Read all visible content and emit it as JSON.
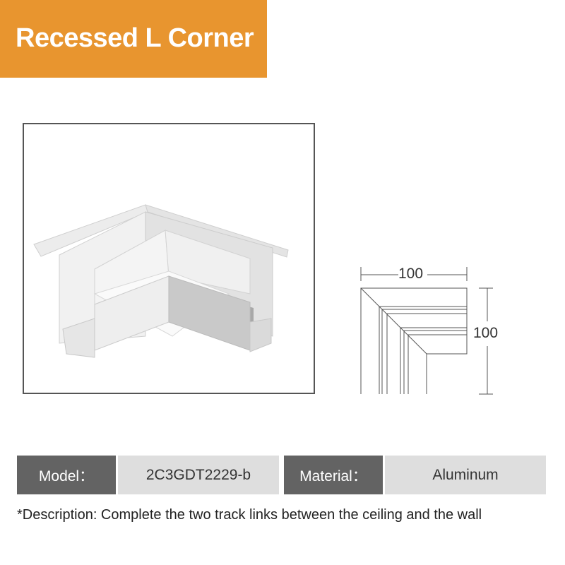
{
  "header": {
    "title": "Recessed L Corner",
    "banner_color": "#e8952f"
  },
  "product_image": {
    "alt": "Recessed L corner aluminum track connector, 3D render"
  },
  "drawing": {
    "width_dim": "100",
    "height_dim": "100"
  },
  "specs": [
    {
      "label": "Model：",
      "value": "2C3GDT2229-b"
    },
    {
      "label": "Material：",
      "value": "Aluminum"
    }
  ],
  "description": "*Description: Complete the two track links between the ceiling and the wall"
}
